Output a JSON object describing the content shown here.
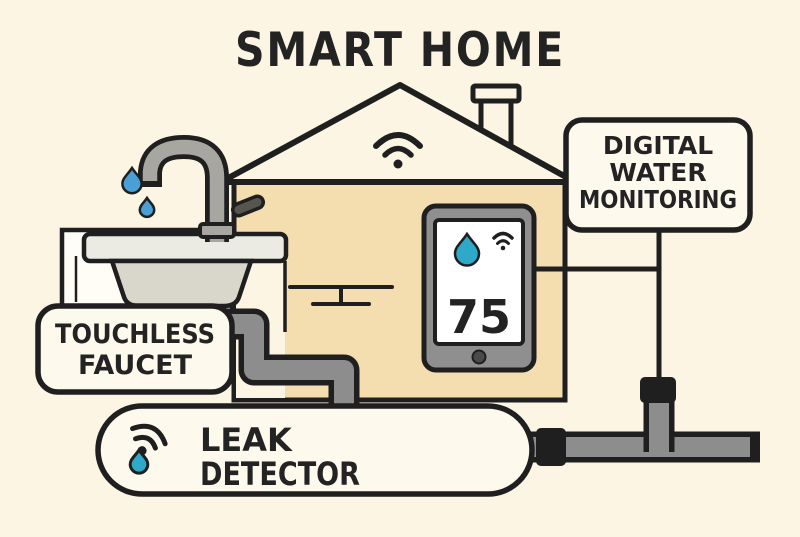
{
  "title": "SMART HOME",
  "monitor": {
    "reading": "75"
  },
  "labels": {
    "touchless_faucet": [
      "TOUCHLESS",
      "FAUCET"
    ],
    "digital_monitoring": [
      "DIGITAL",
      "WATER",
      "MONITORING"
    ],
    "leak_detector": [
      "LEAK",
      "DETECTOR"
    ]
  },
  "icons": {
    "roof": "wifi-icon",
    "monitor_screen": [
      "water-drop-icon",
      "wifi-icon"
    ],
    "leak_detector": [
      "wifi-icon",
      "water-drop-icon"
    ],
    "faucet": "water-drop-icon"
  },
  "colors": {
    "background": "#fcf5e3",
    "house_fill": "#f4deb0",
    "outline": "#1f1f1f",
    "pipe_gray": "#8d8d8d",
    "metal_gray": "#a8a6a1",
    "water_blue": "#4aa0d6",
    "water_teal": "#2fa9c9",
    "label_fill": "#fdf9ed"
  }
}
